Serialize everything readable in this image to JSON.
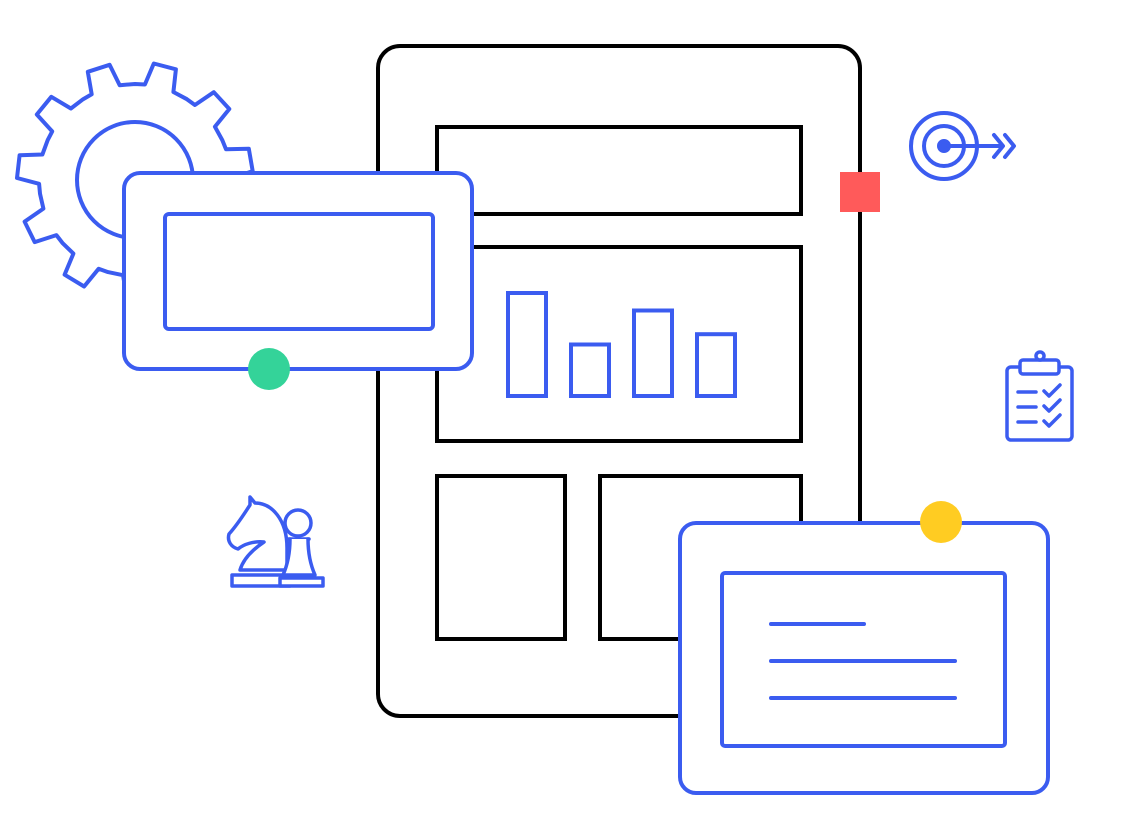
{
  "illustration": {
    "colors": {
      "outline_dark": "#000000",
      "outline_blue": "#3B5CF0",
      "accent_red": "#FF5A5A",
      "accent_green": "#34D399",
      "accent_yellow": "#FFCC22",
      "background": "#FFFFFF"
    },
    "icons": [
      "gear-icon",
      "target-icon",
      "clipboard-checklist-icon",
      "chess-pieces-icon"
    ],
    "chart_bars_relative": [
      1.0,
      0.5,
      0.83,
      0.6
    ]
  }
}
